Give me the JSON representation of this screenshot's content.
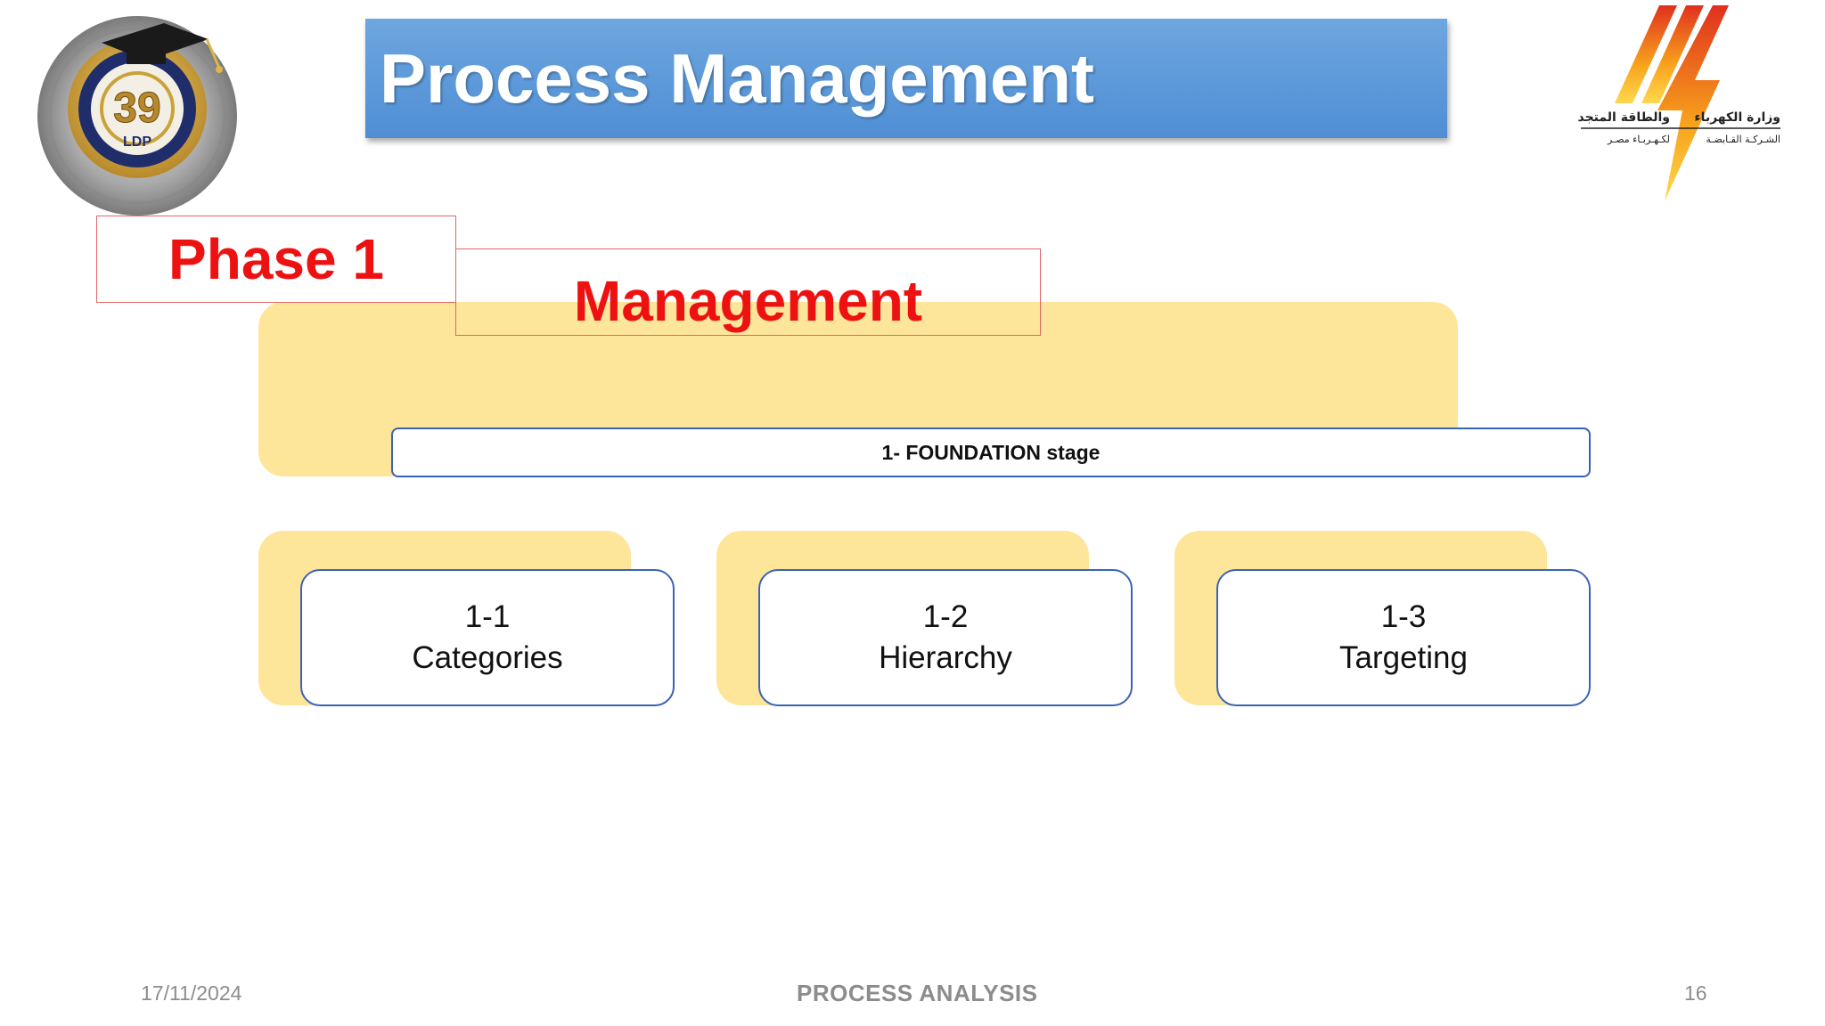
{
  "header": {
    "title": "Process Management",
    "emblem": {
      "number": "39",
      "label": "LDP"
    },
    "right_logo": {
      "line1_right": "وزارة الكهرباء",
      "line1_left": "والطاقة المتجددة",
      "line2_right": "الشـركـة القـابضـة",
      "line2_left": "لكـهـربـاء مصـر"
    }
  },
  "content": {
    "phase_label": "Phase 1",
    "management_label": "Management",
    "foundation_label": "1- FOUNDATION stage",
    "cards": [
      {
        "number": "1-1",
        "label": "Categories"
      },
      {
        "number": "1-2",
        "label": "Hierarchy"
      },
      {
        "number": "1-3",
        "label": "Targeting"
      }
    ]
  },
  "footer": {
    "date": "17/11/2024",
    "center": "PROCESS ANALYSIS",
    "page": "16"
  },
  "colors": {
    "banner": "#5b98d9",
    "accent_red": "#ee1111",
    "yellow": "#fde69a",
    "border_blue": "#3a62b5"
  }
}
